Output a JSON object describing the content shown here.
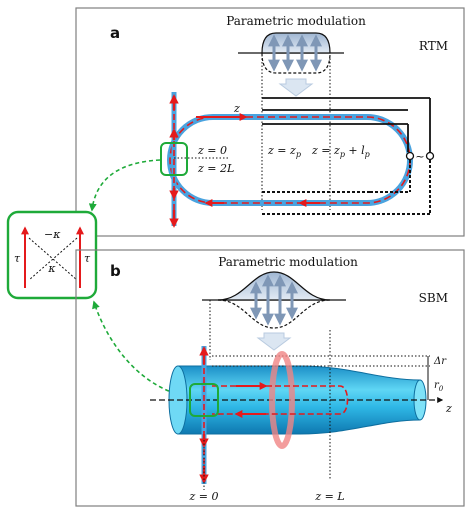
{
  "panel_a": {
    "letter": "a",
    "heading": "Parametric modulation",
    "tag": "RTM",
    "label_z": "z",
    "label_z0": "z = 0",
    "label_z2L": "z = 2L",
    "label_zp": "z = z",
    "label_zp_sub": "p",
    "label_zplp": "z = z",
    "label_zplp_sub": "p",
    "label_zplp_tail": " + l",
    "label_zplp_sub2": "p",
    "source_symbol": "~"
  },
  "panel_b": {
    "letter": "b",
    "heading": "Parametric modulation",
    "tag": "SBM",
    "label_dr": "Δr",
    "label_r0": "r",
    "label_r0_sub": "0",
    "label_z": "z",
    "label_z0": "z = 0",
    "label_zL": "z = L"
  },
  "inset": {
    "minus_kappa": "−κ",
    "kappa": "κ",
    "tau_left": "τ",
    "tau_right": "τ"
  },
  "colors": {
    "frame": "#7f7f7f",
    "red": "#e41a1c",
    "blue": "#4aa3df",
    "green": "#1eaa39",
    "cyan": "#33c7ec",
    "pump": "#8ea9c9"
  }
}
